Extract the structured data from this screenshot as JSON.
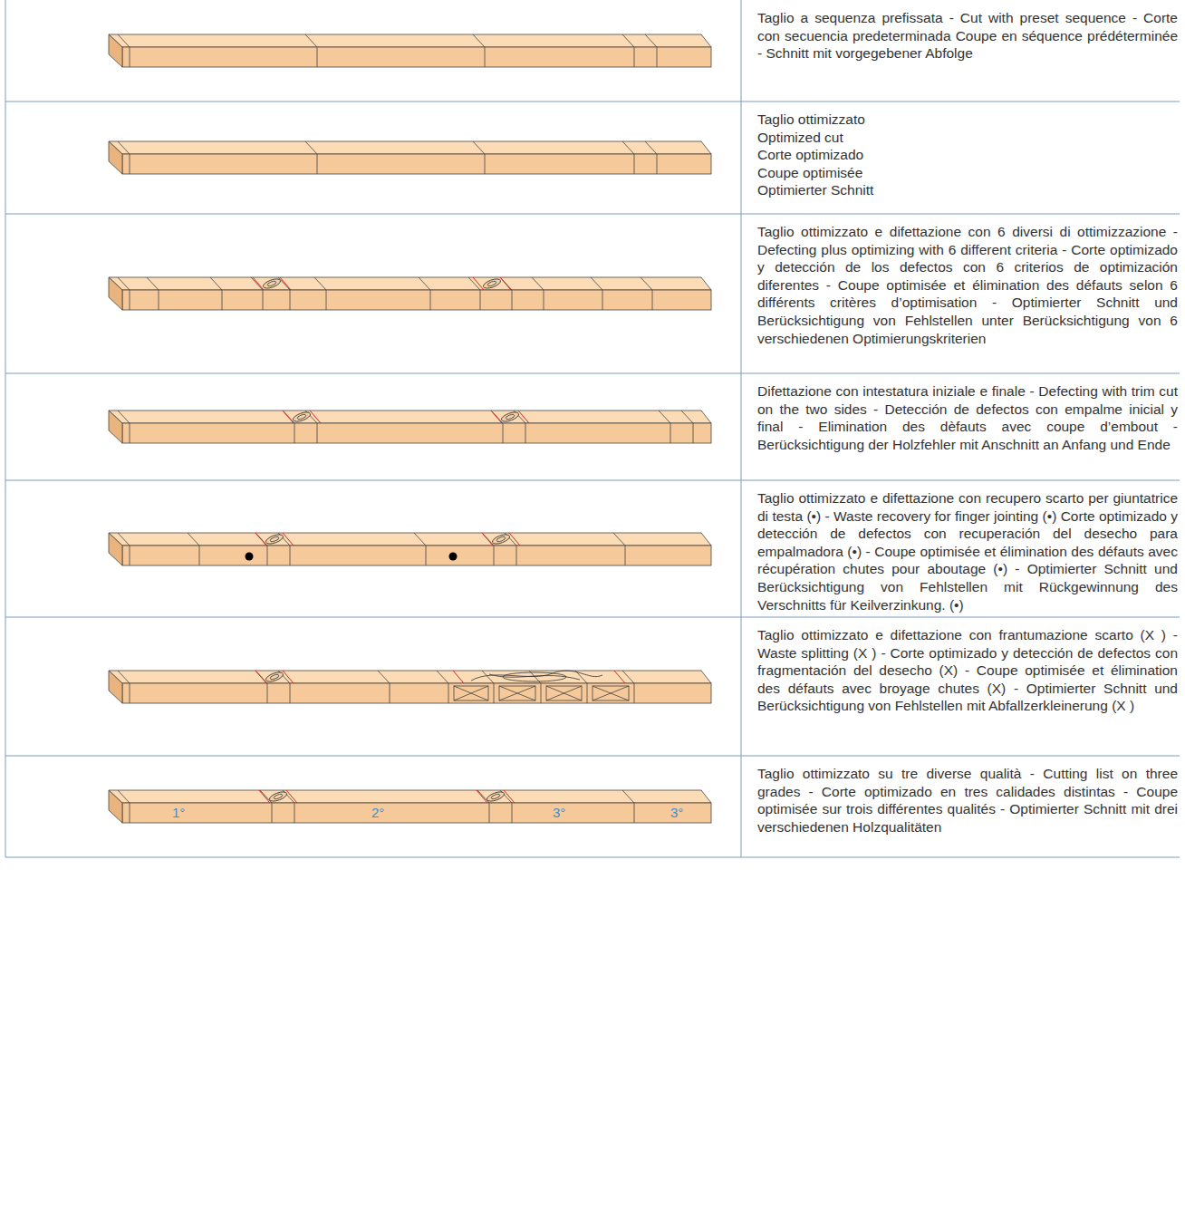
{
  "diagram": {
    "labels": [
      "Taglio a sequenza prefissata - Cut with preset sequence - Corte con secuencia predeterminada Coupe en séquence prédéterminée - Schnitt mit vorgegebener Abfolge",
      "Taglio ottimizzato",
      "Optimized cut",
      "Corte optimizado",
      "Coupe optimisée",
      "Optimierter Schnitt",
      "Taglio ottimizzato e difettazione con 6 diversi di ottimizzazione - Defecting plus optimizing with 6 different criteria - Corte optimizado y detección de los defectos con 6 criterios de optimización diferentes - Coupe optimisée et élimination des défauts selon 6 différents critères d’optimisation - Optimierter Schnitt und Berücksichtigung von Fehlstellen unter Berücksichtigung von 6 verschiedenen Optimierungskriterien",
      "Difettazione con intestatura iniziale e finale - Defecting with trim cut on the two sides - Detección de defectos con empalme inicial y final - Elimination des dèfauts avec coupe d’embout - Berücksichtigung der Holzfehler mit Anschnitt an Anfang und Ende",
      "Taglio ottimizzato e difettazione con recupero scarto per giuntatrice di testa (•) - Waste recovery for finger jointing (•) Corte optimizado y detección de defectos con recuperación del desecho para empalmadora (•) - Coupe optimisée et élimination des défauts avec récupération chutes pour aboutage (•) - Optimierter Schnitt und Berücksichtigung von Fehlstellen mit Rückgewinnung des Verschnitts für Keilverzinkung. (•)",
      "Taglio ottimizzato e difettazione con frantumazione scarto (X ) - Waste splitting (X ) - Corte optimizado y detección de defectos con fragmentación del desecho (X) - Coupe optimisée et élimination des défauts avec broyage chutes (X) - Optimierter Schnitt und Berücksichtigung von Fehlstellen mit Abfallzerkleinerung (X )",
      "1°",
      "2°",
      "3°",
      "3°",
      "Taglio ottimizzato su tre diverse qualità - Cutting list on three grades - Corte optimizado en tres calidades distintas - Coupe optimisée sur trois différentes qualités - Optimierter Schnitt mit drei verschiedenen Holzqualitäten"
    ]
  }
}
